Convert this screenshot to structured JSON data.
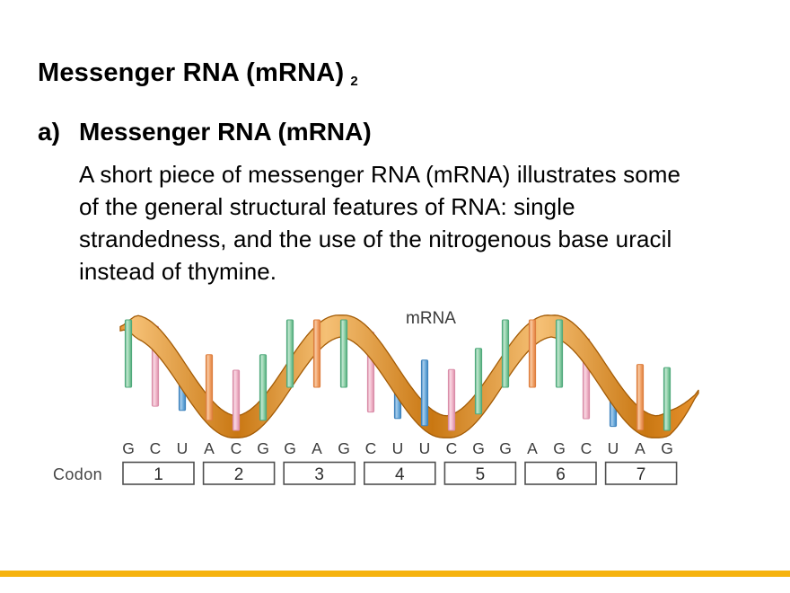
{
  "slide": {
    "title": "Messenger RNA (mRNA)",
    "title_note": "2",
    "list_marker": "a)",
    "list_heading": "Messenger RNA (mRNA)",
    "body_lines": [
      "A short piece of messenger RNA (mRNA) illustrates some",
      "of the general structural features of RNA: single",
      "strandedness, and the use of the nitrogenous base uracil",
      "instead of thymine."
    ]
  },
  "diagram": {
    "label": "mRNA",
    "codon_label": "Codon",
    "sequence": [
      "G",
      "C",
      "U",
      "A",
      "C",
      "G",
      "G",
      "A",
      "G",
      "C",
      "U",
      "U",
      "C",
      "G",
      "G",
      "A",
      "G",
      "C",
      "U",
      "A",
      "G"
    ],
    "codons": [
      {
        "number": "1",
        "bases": "GCU"
      },
      {
        "number": "2",
        "bases": "ACG"
      },
      {
        "number": "3",
        "bases": "GAG"
      },
      {
        "number": "4",
        "bases": "CUU"
      },
      {
        "number": "5",
        "bases": "CGG"
      },
      {
        "number": "6",
        "bases": "AGC"
      },
      {
        "number": "7",
        "bases": "UAG"
      }
    ],
    "base_colors": {
      "G": {
        "name": "green",
        "fill": "#8FD1A8",
        "edge": "#4FA97B",
        "hi": "#C2E7D1"
      },
      "C": {
        "name": "pink",
        "fill": "#F2B8CB",
        "edge": "#D98CA8",
        "hi": "#F9DAE4"
      },
      "U": {
        "name": "blue",
        "fill": "#6FAEDE",
        "edge": "#3F83BD",
        "hi": "#A9CEEC"
      },
      "A": {
        "name": "orange",
        "fill": "#F2A express",
        "edge": "#DD7E3E",
        "hi": "#F8CBA4"
      }
    },
    "ribbon_colors": {
      "light": "#F5C075",
      "mid": "#E8932F",
      "dark": "#C97712",
      "outline": "#A35B05"
    }
  },
  "footer": {
    "bar_color": "#F6B30F"
  }
}
